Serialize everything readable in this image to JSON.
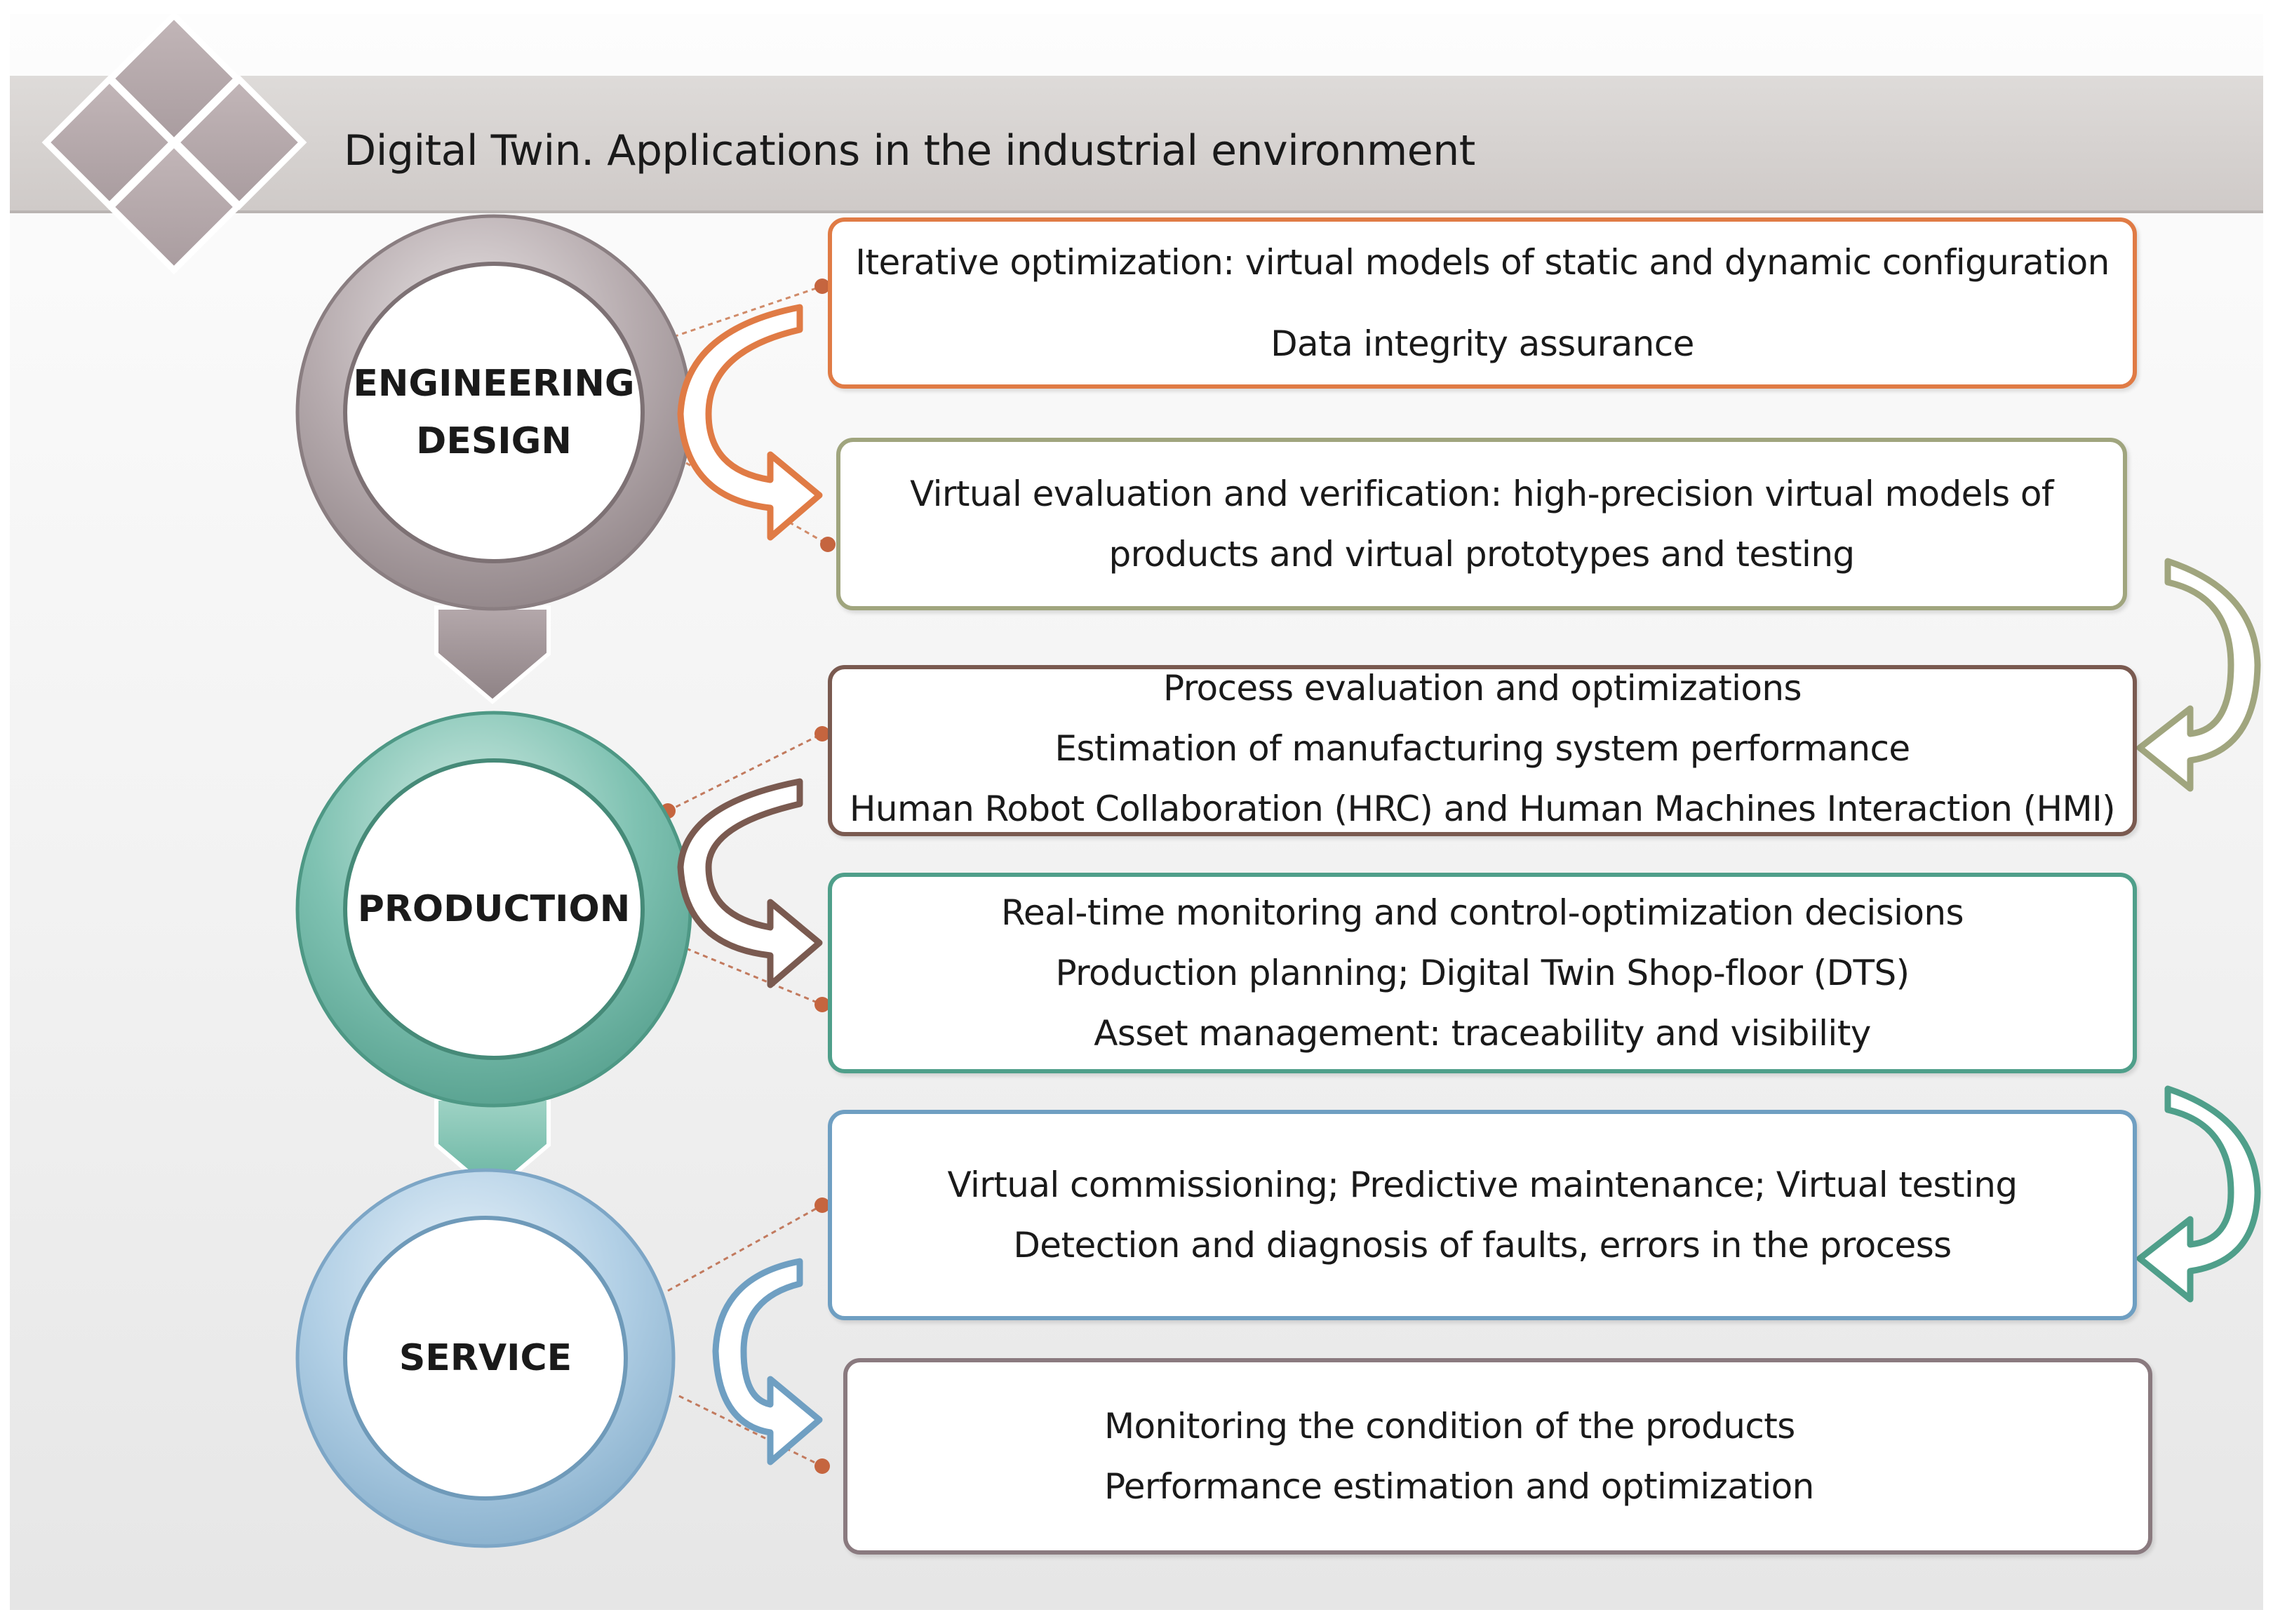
{
  "title": "Digital Twin. Applications in the industrial environment",
  "colors": {
    "engineering": "#a79c9f",
    "production": "#6ab3a2",
    "service": "#a7c8e0",
    "orange": "#e07b45",
    "olive": "#a0a57e",
    "brown": "#7a5a50",
    "teal": "#4f9f8a",
    "blue": "#6f9fc2",
    "mauve": "#8a7a7f"
  },
  "stages": [
    {
      "line1": "ENGINEERING",
      "line2": "DESIGN"
    },
    {
      "line1": "PRODUCTION"
    },
    {
      "line1": "SERVICE"
    }
  ],
  "boxes": [
    {
      "lines": [
        "Iterative optimization: virtual models of static and dynamic configuration",
        "Data integrity assurance"
      ]
    },
    {
      "lines": [
        "Virtual evaluation and verification: high-precision virtual models of",
        "products and virtual prototypes and testing"
      ]
    },
    {
      "lines": [
        "Process evaluation and optimizations",
        "Estimation of manufacturing system performance",
        "Human Robot Collaboration (HRC) and Human Machines Interaction (HMI)"
      ]
    },
    {
      "lines": [
        "Real-time monitoring and control-optimization decisions",
        "Production planning; Digital Twin Shop-floor (DTS)",
        "Asset management: traceability and visibility"
      ]
    },
    {
      "lines": [
        "Virtual commissioning; Predictive maintenance; Virtual testing",
        "Detection and diagnosis of faults, errors in the process"
      ]
    },
    {
      "lines": [
        "Monitoring the condition of the products",
        "Performance estimation and optimization"
      ]
    }
  ]
}
